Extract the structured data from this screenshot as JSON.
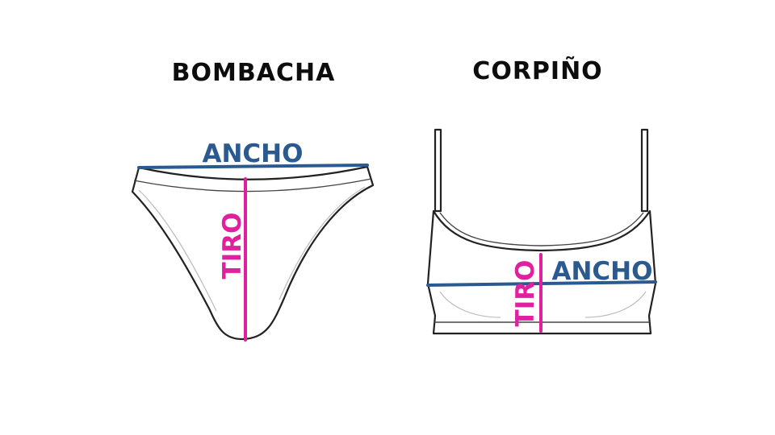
{
  "garments": [
    {
      "name": "BOMBACHA",
      "width_label": "ANCHO",
      "rise_label": "TIRO"
    },
    {
      "name": "CORPIÑO",
      "width_label": "ANCHO",
      "rise_label": "TIRO"
    }
  ],
  "colors": {
    "title": "#0d0d0d",
    "width_measure": "#2a5a8f",
    "rise_measure": "#e0209f",
    "outline": "#222222"
  }
}
